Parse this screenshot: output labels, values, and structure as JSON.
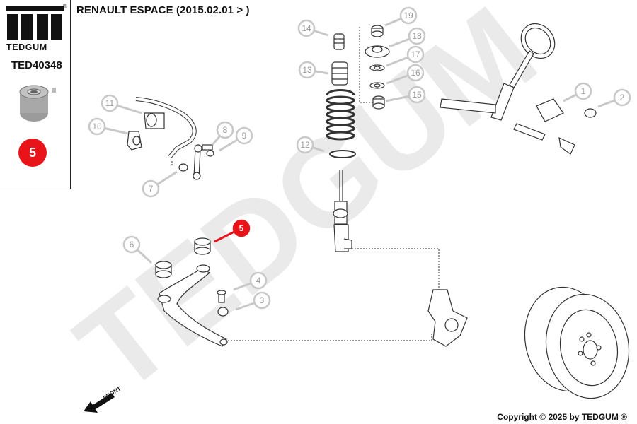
{
  "brand": {
    "name": "TEDGUM",
    "registered": "®"
  },
  "part_number": "TED40348",
  "vehicle_title": "RENAULT ESPACE (2015.02.01 > )",
  "highlight_number": "5",
  "watermark": "TEDGUM",
  "direction_label": "FRONT",
  "copyright": "Copyright © 2025 by TEDGUM ®",
  "colors": {
    "highlight": "#e8141a",
    "badge": "#c8c8c8",
    "line": "#333333"
  },
  "callouts": [
    {
      "label": "1",
      "highlight": false
    },
    {
      "label": "2",
      "highlight": false
    },
    {
      "label": "3",
      "highlight": false
    },
    {
      "label": "4",
      "highlight": false
    },
    {
      "label": "5",
      "highlight": true
    },
    {
      "label": "6",
      "highlight": false
    },
    {
      "label": "7",
      "highlight": false
    },
    {
      "label": "8",
      "highlight": false
    },
    {
      "label": "9",
      "highlight": false
    },
    {
      "label": "10",
      "highlight": false
    },
    {
      "label": "11",
      "highlight": false
    },
    {
      "label": "12",
      "highlight": false
    },
    {
      "label": "13",
      "highlight": false
    },
    {
      "label": "14",
      "highlight": false
    },
    {
      "label": "15",
      "highlight": false
    },
    {
      "label": "16",
      "highlight": false
    },
    {
      "label": "17",
      "highlight": false
    },
    {
      "label": "18",
      "highlight": false
    },
    {
      "label": "19",
      "highlight": false
    }
  ]
}
